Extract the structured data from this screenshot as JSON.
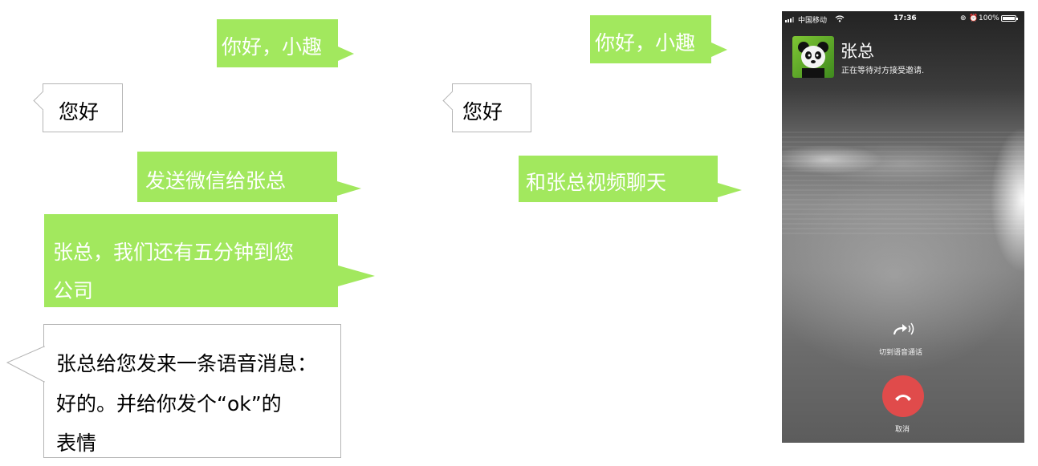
{
  "left_panel": {
    "messages": [
      {
        "text": "你好，小趣"
      },
      {
        "text": "您好"
      },
      {
        "text": "发送微信给张总"
      },
      {
        "lines": [
          "张总，我们还有五分钟到您",
          "公司"
        ]
      },
      {
        "lines": [
          "张总给您发来一条语音消息：",
          "好的。并给你发个“ok”的",
          "表情"
        ]
      }
    ]
  },
  "middle_panel": {
    "messages": [
      {
        "text": "你好，小趣"
      },
      {
        "text": "您好"
      },
      {
        "text": "和张总视频聊天"
      }
    ]
  },
  "phone": {
    "status_bar": {
      "carrier": "中国移动",
      "time": "17:36",
      "battery": "100%"
    },
    "caller": {
      "name": "张总",
      "status": "正在等待对方接受邀请."
    },
    "switch_audio_label": "切到语音通话",
    "cancel_label": "取消",
    "colors": {
      "hangup": "#e04b4b"
    }
  },
  "colors": {
    "green_bubble": "#a2e85e",
    "white_bubble_border": "#b5b5b5"
  }
}
